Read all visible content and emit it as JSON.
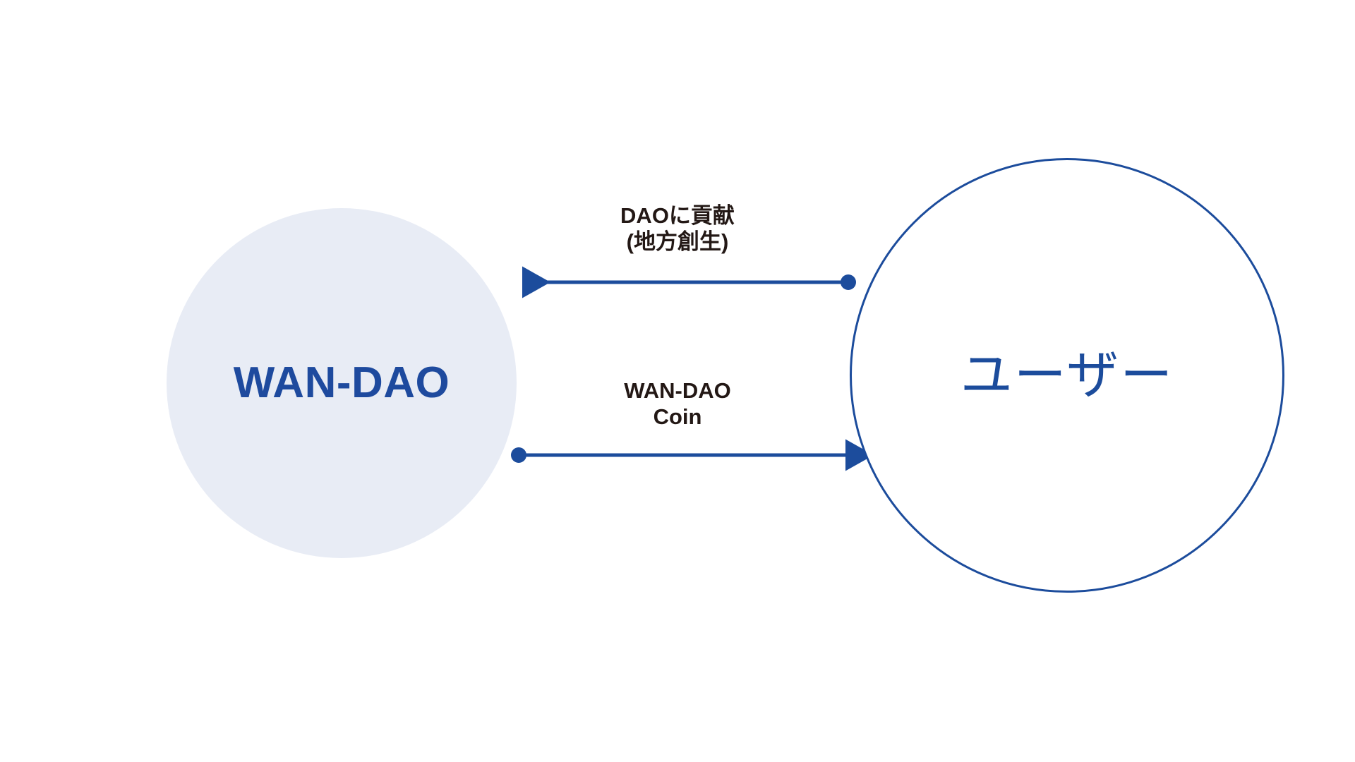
{
  "diagram": {
    "title": "WAN-DAO and User token flow diagram",
    "background_color": "#ffffff",
    "accent_color": "#1c4c9c",
    "node_fill_light": "#e8ecf5",
    "label_text_color": "#231815"
  },
  "nodes": {
    "dao": {
      "label": "WAN-DAO",
      "shape": "circle",
      "fill": "#e8ecf5",
      "text_color": "#1e4a9e",
      "stroke": "none"
    },
    "user": {
      "label": "ユーザー",
      "shape": "circle",
      "fill": "#ffffff",
      "text_color": "#1c4c9c",
      "stroke": "#1c4c9c"
    }
  },
  "edges": [
    {
      "id": "contribute",
      "direction": "user-to-dao",
      "label_lines": [
        "DAOに貢献",
        "(地方創生)"
      ],
      "start_marker": "dot",
      "end_marker": "arrow",
      "color": "#1c4c9c"
    },
    {
      "id": "coin",
      "direction": "dao-to-user",
      "label_lines": [
        "WAN-DAO",
        "Coin"
      ],
      "start_marker": "dot",
      "end_marker": "arrow",
      "color": "#1c4c9c"
    }
  ]
}
